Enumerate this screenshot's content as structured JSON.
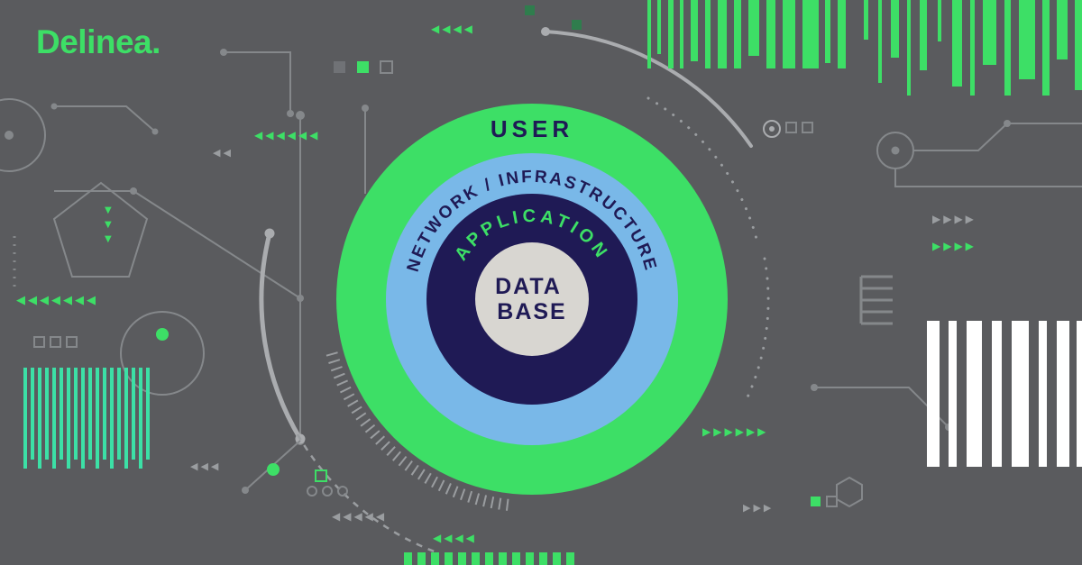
{
  "logo": {
    "text": "Delinea."
  },
  "diagram": {
    "type": "concentric-layers",
    "layers": [
      {
        "label": "USER",
        "color": "#3DDF66",
        "text_color": "#1F1A55"
      },
      {
        "label": "NETWORK / INFRASTRUCTURE",
        "color": "#79B8E8",
        "text_color": "#1F1A55"
      },
      {
        "label": "APPLICATION",
        "color": "#1F1A55",
        "text_color": "#3DDF66"
      },
      {
        "label": "DATA BASE",
        "lines": [
          "DATA",
          "BASE"
        ],
        "color": "#D8D6D1",
        "text_color": "#1F1A55"
      }
    ]
  },
  "colors": {
    "background": "#5A5B5E",
    "accent_green": "#3DDF66",
    "accent_blue": "#79B8E8",
    "accent_navy": "#1F1A55",
    "core_gray": "#D8D6D1",
    "bars_white": "#FFFFFF",
    "bars_teal": "#3CE0A6",
    "circuit_gray": "#85888B",
    "arc_light_gray": "#AAACAF"
  },
  "decor": {
    "arrows_left_2": "◀◀",
    "arrows_left_3": "◀◀◀",
    "arrows_left_4": "◀◀◀◀",
    "arrows_left_5": "◀◀◀◀◀",
    "arrows_left_6": "◀◀◀◀◀◀",
    "arrows_left_7": "◀◀◀◀◀◀◀",
    "arrows_right_3": "▶▶▶",
    "arrows_right_4": "▶▶▶▶",
    "arrows_right_6": "▶▶▶▶▶▶",
    "arrow_down": "▼"
  }
}
